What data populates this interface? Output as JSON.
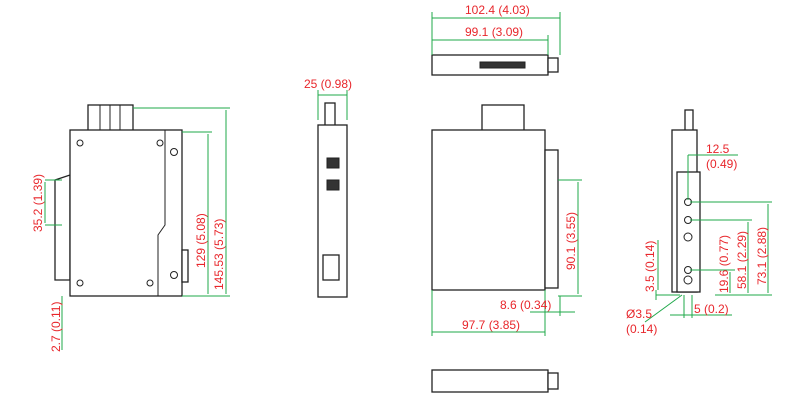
{
  "colors": {
    "dimension_text": "#e8262b",
    "dimension_line": "#1fa84a",
    "outline": "#222222"
  },
  "top_view": {
    "overall_width": "102.4 (4.03)",
    "body_width": "99.1 (3.09)"
  },
  "side_view": {
    "depth": "25 (0.98)"
  },
  "left_view": {
    "din_rail": "35.2 (1.39)",
    "body_height": "129 (5.08)",
    "total_height": "145.53 (5.73)",
    "bottom_offset": "2.7 (0.11)"
  },
  "front_view": {
    "rail_height": "90.1 (3.55)",
    "rail_offset": "8.6 (0.34)",
    "body_width": "97.7 (3.85)"
  },
  "mount_view": {
    "hole_offset_mm": "12.5",
    "hole_offset_in": "(0.49)",
    "bottom_gap": "3.5 (0.14)",
    "hole1": "19.6 (0.77)",
    "hole2": "58.1 (2.29)",
    "hole3": "73.1 (2.88)",
    "hole_dia_mm": "Ø3.5",
    "hole_dia_in": "(0.14)",
    "slot_width": "5 (0.2)"
  }
}
